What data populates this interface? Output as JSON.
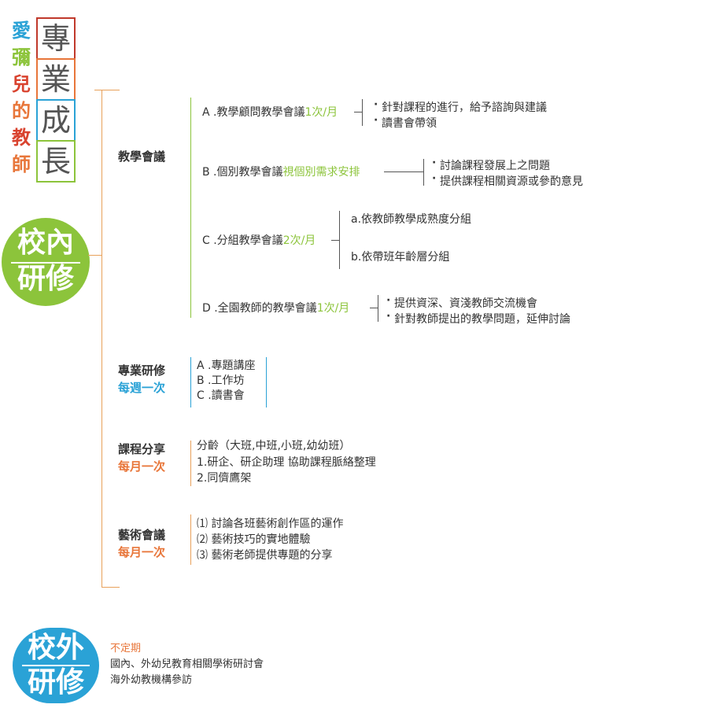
{
  "title": {
    "vertical_chars": [
      "愛",
      "彌",
      "兒",
      "的",
      "教",
      "師"
    ],
    "vertical_colors": [
      "#2aa2d6",
      "#8cc43b",
      "#d9432f",
      "#e8763a",
      "#d9432f",
      "#e8763a"
    ],
    "box_chars": [
      "專",
      "業",
      "成",
      "長"
    ],
    "box_colors": [
      "#c0392b",
      "#e8763a",
      "#2aa2d6",
      "#8cc43b"
    ]
  },
  "internal": {
    "line1": "校內",
    "line2": "研修",
    "color": "#8cc43b",
    "line_color": "#e8a15b",
    "meetings": {
      "heading": "教學會議",
      "a": {
        "label": "A .教學顧問教學會議",
        "freq": "1次/月",
        "bullets": [
          "針對課程的進行，給予諮詢與建議",
          "讀書會帶領"
        ]
      },
      "b": {
        "label": "B .個別教學會議",
        "freq": "視個別需求安排",
        "bullets": [
          "討論課程發展上之問題",
          "提供課程相關資源或參酌意見"
        ]
      },
      "c": {
        "label": "C .分組教學會議",
        "freq": "2次/月",
        "bullets": [
          "a.依教師教學成熟度分組",
          "b.依帶班年齡層分組"
        ]
      },
      "d": {
        "label": "D .全園教師的教學會議",
        "freq": "1次/月",
        "bullets": [
          "提供資深、資淺教師交流機會",
          "針對教師提出的教學問題，延伸討論"
        ]
      }
    },
    "professional": {
      "heading": "專業研修",
      "freq": "每週一次",
      "items": [
        "A .專題講座",
        "B .工作坊",
        "C .讀書會"
      ]
    },
    "curriculum": {
      "heading": "課程分享",
      "freq": "每月一次",
      "items": [
        "分齡（大班,中班,小班,幼幼班）",
        "1.研企、研企助理 協助課程脈絡整理",
        "2.同儕鷹架"
      ]
    },
    "art": {
      "heading": "藝術會議",
      "freq": "每月一次",
      "items": [
        "⑴ 討論各班藝術創作區的運作",
        "⑵ 藝術技巧的實地體驗",
        "⑶ 藝術老師提供專題的分享"
      ]
    }
  },
  "external": {
    "line1": "校外",
    "line2": "研修",
    "color": "#2aa2d6",
    "freq": "不定期",
    "items": [
      "國內、外幼兒教育相關學術研討會",
      "海外幼教機構參訪"
    ]
  }
}
